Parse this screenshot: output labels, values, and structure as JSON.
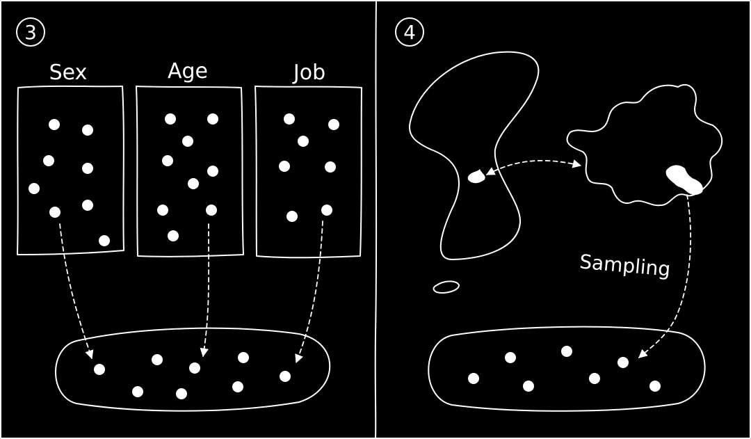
{
  "panel3": {
    "number": "3",
    "categories": [
      {
        "label": "Sex"
      },
      {
        "label": "Age"
      },
      {
        "label": "Job"
      }
    ]
  },
  "panel4": {
    "number": "4",
    "sampling_label": "Sampling"
  }
}
